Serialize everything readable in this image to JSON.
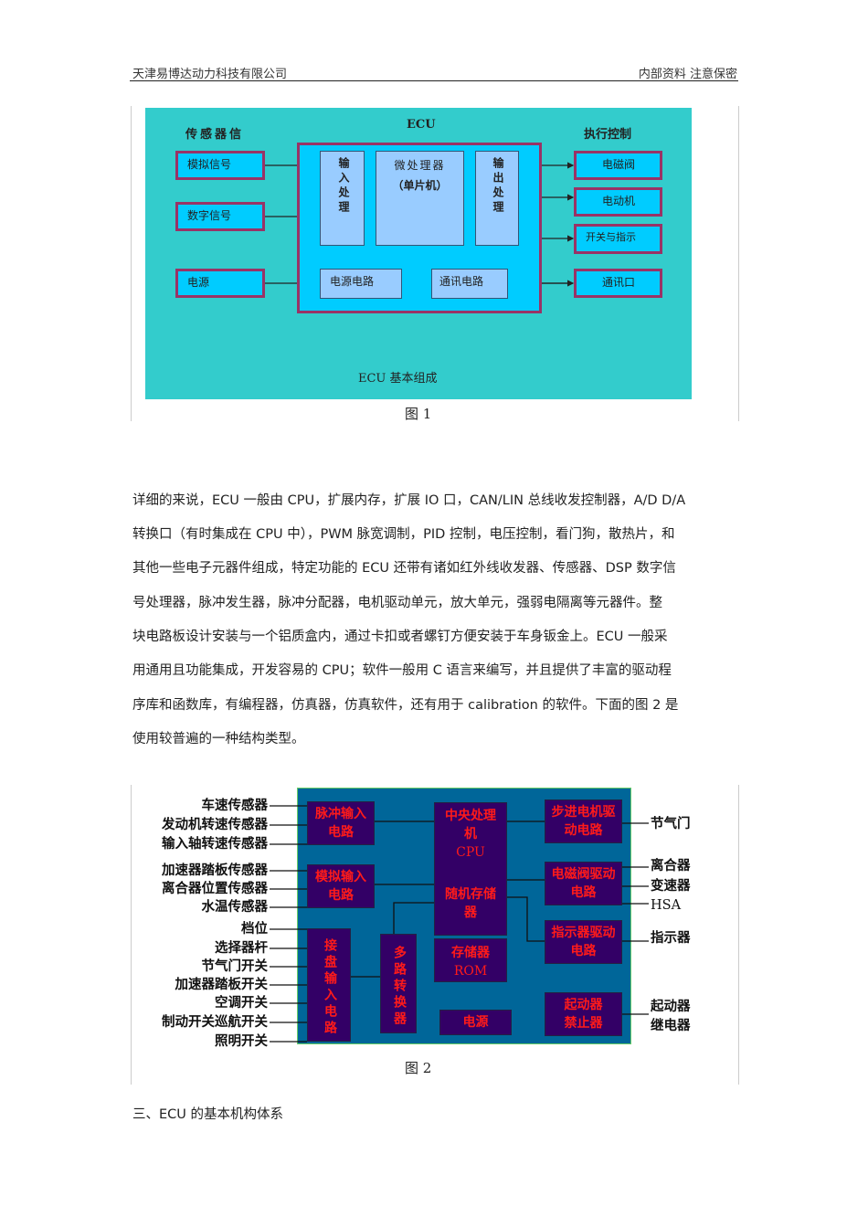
{
  "header": {
    "company": "天津易博达动力科技有限公司",
    "confidential": "内部资料  注意保密"
  },
  "figure1": {
    "ecu_title": "ECU",
    "sensor_title": "传感器信",
    "actuator_title": "执行控制",
    "inputs": [
      "模拟信号",
      "数字信号",
      "电源"
    ],
    "input_processing": "输入处理",
    "microprocessor": "微处理器",
    "mcu": "（单片机）",
    "output_processing": "输出处理",
    "power_circuit": "电源电路",
    "comm_circuit": "通讯电路",
    "outputs": [
      "电磁阀",
      "电动机",
      "开关与指示",
      "通讯口"
    ],
    "footer": "ECU 基本组成",
    "caption": "图 1"
  },
  "paragraph": [
    "详细的来说，ECU 一般由 CPU，扩展内存，扩展 IO 口，CAN/LIN 总线收发控制器，A/D D/A",
    "转换口（有时集成在 CPU 中），PWM 脉宽调制，PID 控制，电压控制，看门狗，散热片，和",
    "其他一些电子元器件组成，特定功能的 ECU 还带有诸如红外线收发器、传感器、DSP 数字信",
    "号处理器，脉冲发生器，脉冲分配器，电机驱动单元，放大单元，强弱电隔离等元器件。整",
    "块电路板设计安装与一个铝质盒内，通过卡扣或者螺钉方便安装于车身钣金上。ECU 一般采",
    "用通用且功能集成，开发容易的 CPU；软件一般用 C 语言来编写，并且提供了丰富的驱动程",
    "序库和函数库，有编程器，仿真器，仿真软件，还有用于 calibration 的软件。下面的图 2 是",
    "使用较普遍的一种结构类型。"
  ],
  "figure2": {
    "left_labels": [
      "车速传感器",
      "发动机转速传感器",
      "输入轴转速传感器",
      "加速器踏板传感器",
      "离合器位置传感器",
      "水温传感器",
      "档位",
      "选择器杆",
      "节气门开关",
      "加速器踏板开关",
      "空调开关",
      "制动开关巡航开关",
      "照明开关"
    ],
    "pulse_input": "脉冲输入电路",
    "analog_input": "模拟输入电路",
    "switch_input": "接盘输入电路",
    "mux": "多路转换器",
    "cpu": "中央处理机",
    "cpu_en": "CPU",
    "ram": "随机存储器",
    "rom": "存储器",
    "rom_en": "ROM",
    "power": "电源",
    "stepper": "步进电机驱动电路",
    "solenoid": "电磁阀驱动电路",
    "indicator": "指示器驱动电路",
    "starter": "起动器禁止器",
    "right_labels": [
      "节气门",
      "离合器",
      "变速器",
      "HSA",
      "指示器",
      "起动器",
      "继电器"
    ],
    "caption": "图 2"
  },
  "section_heading": "三、ECU 的基本机构体系"
}
